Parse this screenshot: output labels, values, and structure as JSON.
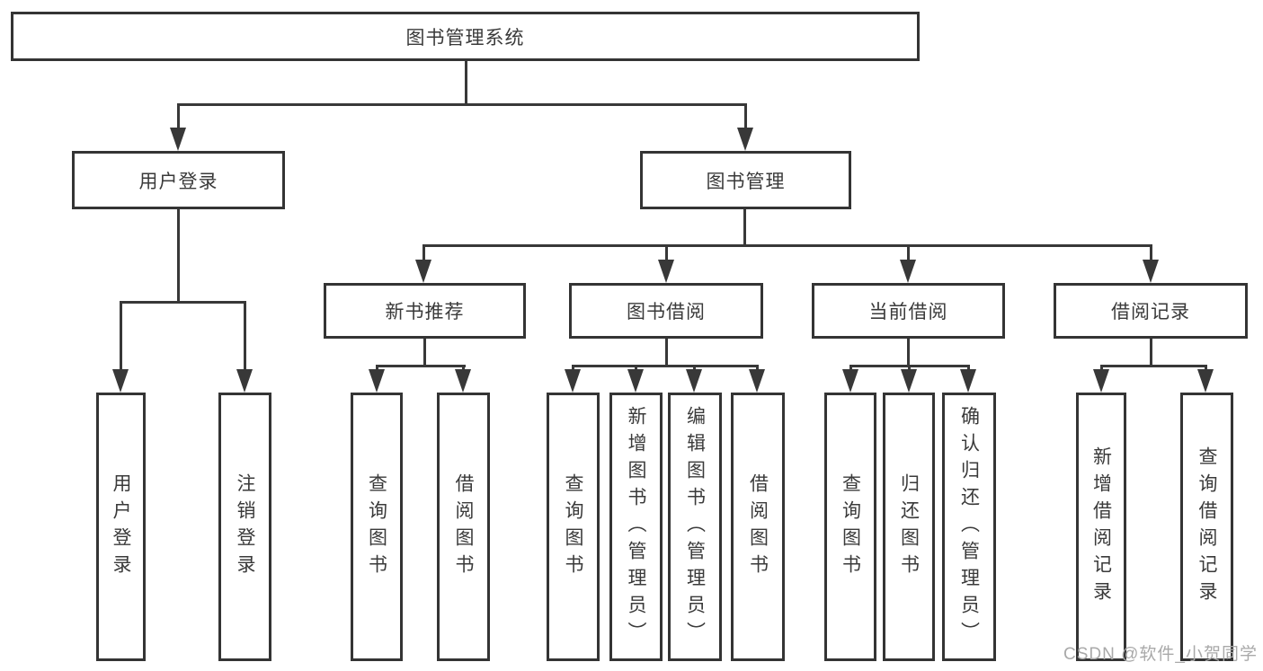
{
  "tree": {
    "root": "图书管理系统",
    "branches": [
      {
        "label": "用户登录",
        "children": [
          "用户登录",
          "注销登录"
        ]
      },
      {
        "label": "图书管理",
        "groups": [
          {
            "label": "新书推荐",
            "children": [
              "查询图书",
              "借阅图书"
            ]
          },
          {
            "label": "图书借阅",
            "children": [
              "查询图书",
              "新增图书（管理员）",
              "编辑图书（管理员）",
              "借阅图书"
            ]
          },
          {
            "label": "当前借阅",
            "children": [
              "查询图书",
              "归还图书",
              "确认归还（管理员）"
            ]
          },
          {
            "label": "借阅记录",
            "children": [
              "新增借阅记录",
              "查询借阅记录"
            ]
          }
        ]
      }
    ]
  },
  "watermark": "CSDN @软件_小贺同学",
  "colors": {
    "line": "#383838",
    "border": "#343434",
    "text": "#3a3a3a",
    "watermark": "#a9a9a9",
    "background": "#ffffff"
  }
}
